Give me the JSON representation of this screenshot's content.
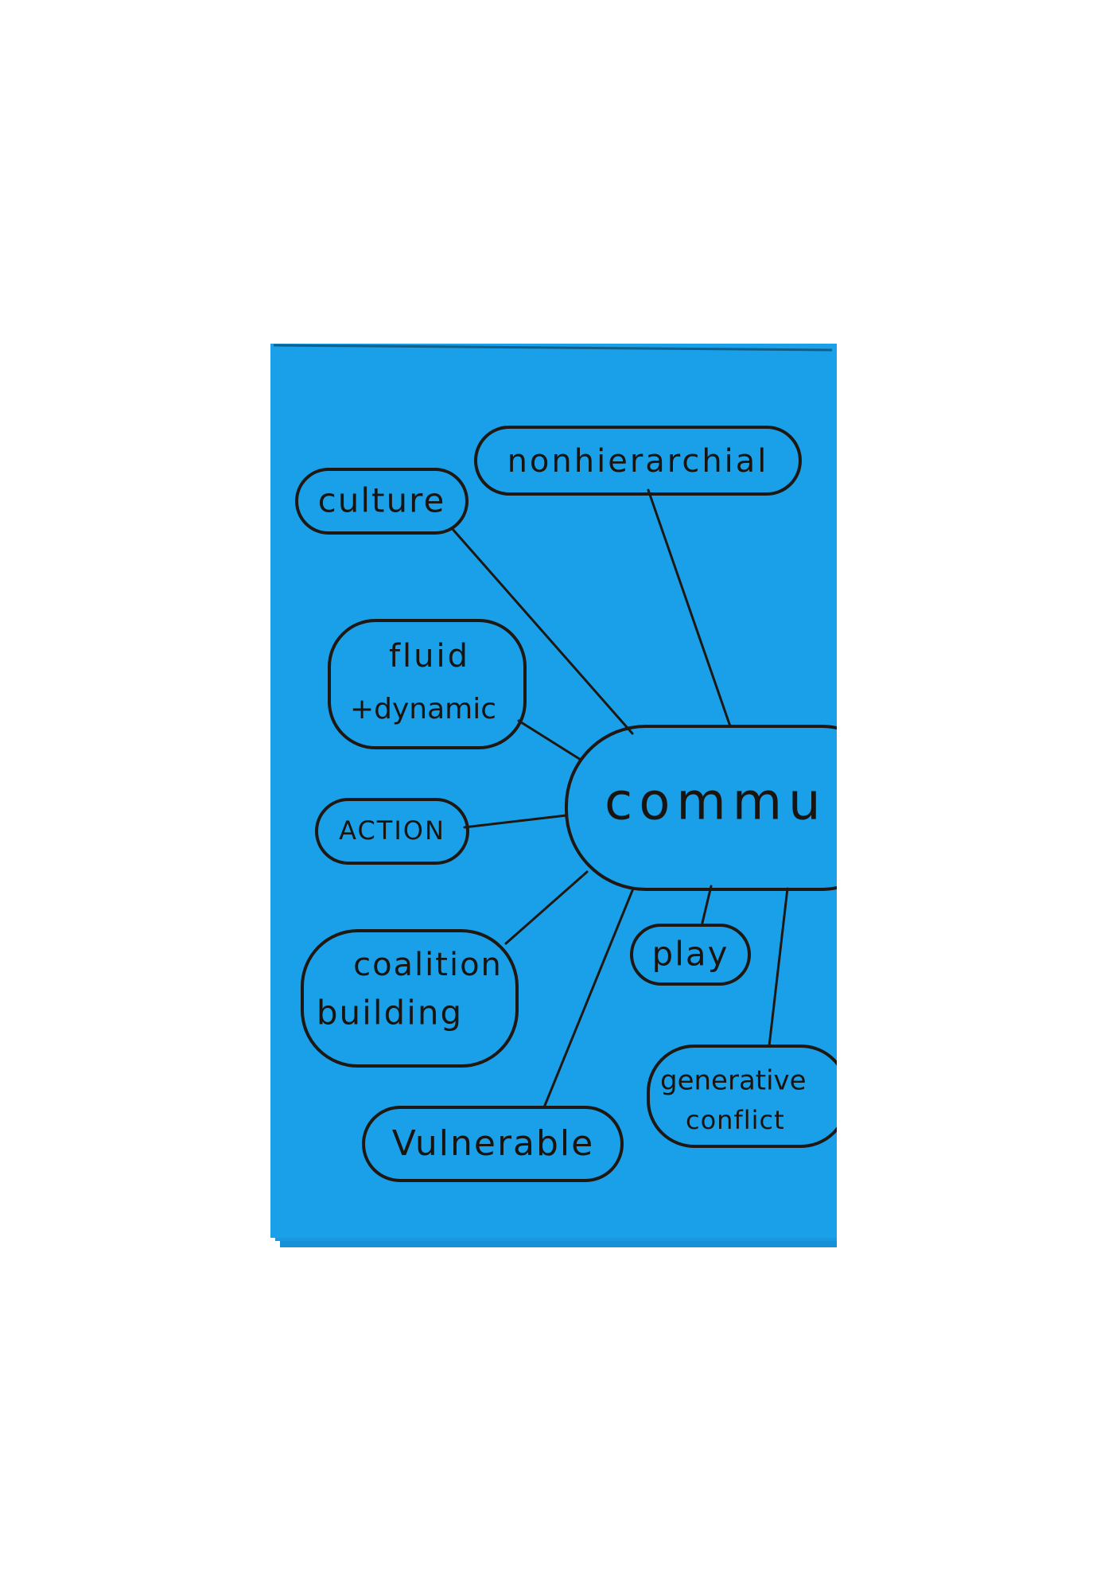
{
  "colors": {
    "paper": "#1aa0e8",
    "paper_edge": "#1690d6",
    "ink": "#1e1712",
    "background": "#ffffff"
  },
  "diagram": {
    "center": "commu",
    "nodes": [
      {
        "id": "nonhierarchial",
        "label": "nonhierarchial"
      },
      {
        "id": "culture",
        "label": "culture"
      },
      {
        "id": "fluid",
        "label_line1": "fluid",
        "label_line2": "+dynamic"
      },
      {
        "id": "action",
        "label": "ACTION"
      },
      {
        "id": "coalition",
        "label_line1": "coalition",
        "label_line2": "building"
      },
      {
        "id": "play",
        "label": "play"
      },
      {
        "id": "vulnerable",
        "label": "Vulnerable"
      },
      {
        "id": "generative",
        "label_line1": "generative",
        "label_line2": "conflict"
      }
    ]
  }
}
